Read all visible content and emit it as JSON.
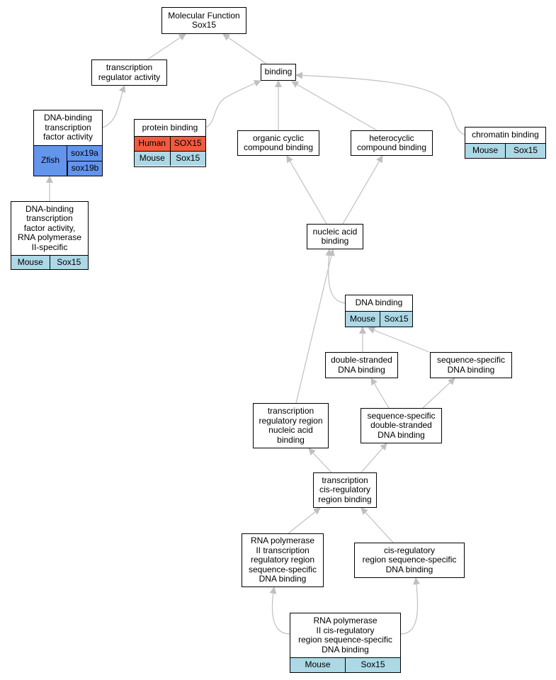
{
  "nodes": {
    "root": {
      "label": "Molecular Function\nSox15"
    },
    "tra": {
      "label": "transcription\nregulator activity"
    },
    "binding": {
      "label": "binding"
    },
    "dbtf": {
      "label": "DNA-binding\ntranscription\nfactor activity",
      "species": "Zfish",
      "genes": [
        "sox19a",
        "sox19b"
      ]
    },
    "dbtf2": {
      "label": "DNA-binding\ntranscription\nfactor activity,\nRNA polymerase\nII-specific",
      "species": "Mouse",
      "gene": "Sox15"
    },
    "protein": {
      "label": "protein binding",
      "rows": [
        {
          "species": "Human",
          "gene": "SOX15"
        },
        {
          "species": "Mouse",
          "gene": "Sox15"
        }
      ]
    },
    "organic": {
      "label": "organic cyclic\ncompound binding"
    },
    "hetero": {
      "label": "heterocyclic\ncompound binding"
    },
    "chromatin": {
      "label": "chromatin binding",
      "species": "Mouse",
      "gene": "Sox15"
    },
    "nucleic": {
      "label": "nucleic acid\nbinding"
    },
    "dna": {
      "label": "DNA binding",
      "species": "Mouse",
      "gene": "Sox15"
    },
    "ds": {
      "label": "double-stranded\nDNA binding"
    },
    "ss": {
      "label": "sequence-specific\nDNA binding"
    },
    "tregna": {
      "label": "transcription\nregulatory region\nnucleic acid\nbinding"
    },
    "ssds": {
      "label": "sequence-specific\ndouble-stranded\nDNA binding"
    },
    "tcrb": {
      "label": "transcription\ncis-regulatory\nregion binding"
    },
    "rnap": {
      "label": "RNA polymerase\nII transcription\nregulatory region\nsequence-specific\nDNA binding"
    },
    "cisreg": {
      "label": "cis-regulatory\nregion sequence-specific\nDNA binding"
    },
    "bottom": {
      "label": "RNA polymerase\nII cis-regulatory\nregion sequence-specific\nDNA binding",
      "species": "Mouse",
      "gene": "Sox15"
    }
  },
  "colors": {
    "edge": "#c0c0c0",
    "mouse": "#add8e6",
    "human": "#f25a3f",
    "zfish": "#6495ed"
  }
}
